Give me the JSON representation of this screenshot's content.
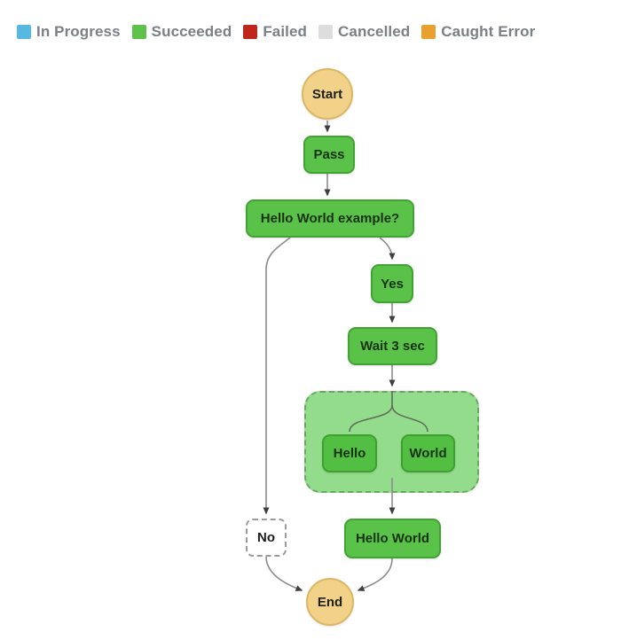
{
  "legend": {
    "text_color": "#7b8087",
    "items": [
      {
        "label": "In Progress",
        "color": "#57b9e2"
      },
      {
        "label": "Succeeded",
        "color": "#5ec24a"
      },
      {
        "label": "Failed",
        "color": "#bf271c"
      },
      {
        "label": "Cancelled",
        "color": "#dddddd"
      },
      {
        "label": "Caught Error",
        "color": "#e9a02c"
      }
    ]
  },
  "diagram": {
    "colors": {
      "succeeded_fill": "#5bc249",
      "succeeded_border": "#42a334",
      "parallel_fill": "#93dc8b",
      "parallel_border": "#6ba763",
      "terminal_fill": "#f2d288",
      "terminal_border": "#dcb763",
      "not_executed_border": "#9a9a9a",
      "edge_line": "#8c8c8c",
      "arrowhead": "#3f3f3f"
    },
    "nodes": {
      "start": {
        "label": "Start",
        "status": "terminal"
      },
      "pass": {
        "label": "Pass",
        "status": "succeeded"
      },
      "choice": {
        "label": "Hello World example?",
        "status": "succeeded"
      },
      "yes": {
        "label": "Yes",
        "status": "succeeded"
      },
      "wait": {
        "label": "Wait 3 sec",
        "status": "succeeded"
      },
      "hello": {
        "label": "Hello",
        "status": "succeeded"
      },
      "world": {
        "label": "World",
        "status": "succeeded"
      },
      "hello_world": {
        "label": "Hello World",
        "status": "succeeded"
      },
      "no": {
        "label": "No",
        "status": "not-executed"
      },
      "end": {
        "label": "End",
        "status": "terminal"
      }
    }
  }
}
